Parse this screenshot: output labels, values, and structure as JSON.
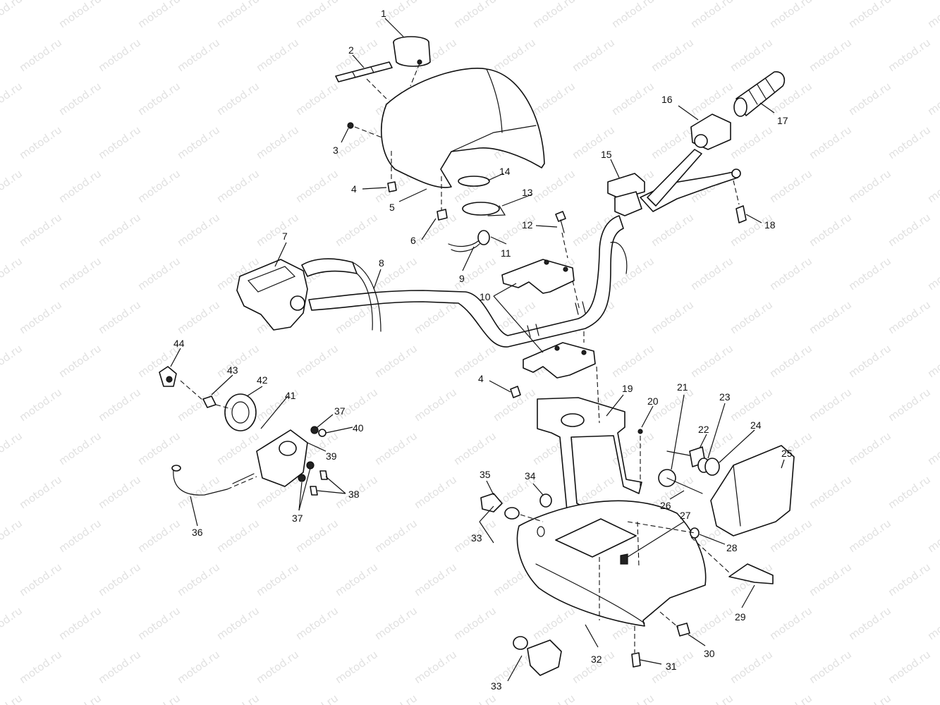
{
  "diagram": {
    "watermark": "motod.ru",
    "callouts": [
      "1",
      "2",
      "3",
      "4",
      "5",
      "6",
      "7",
      "8",
      "9",
      "10",
      "11",
      "12",
      "13",
      "14",
      "15",
      "16",
      "17",
      "18",
      "4",
      "19",
      "20",
      "21",
      "22",
      "23",
      "24",
      "25",
      "26",
      "27",
      "28",
      "29",
      "30",
      "31",
      "32",
      "33",
      "33",
      "34",
      "35",
      "36",
      "37",
      "37",
      "38",
      "39",
      "40",
      "41",
      "42",
      "43",
      "44"
    ]
  }
}
